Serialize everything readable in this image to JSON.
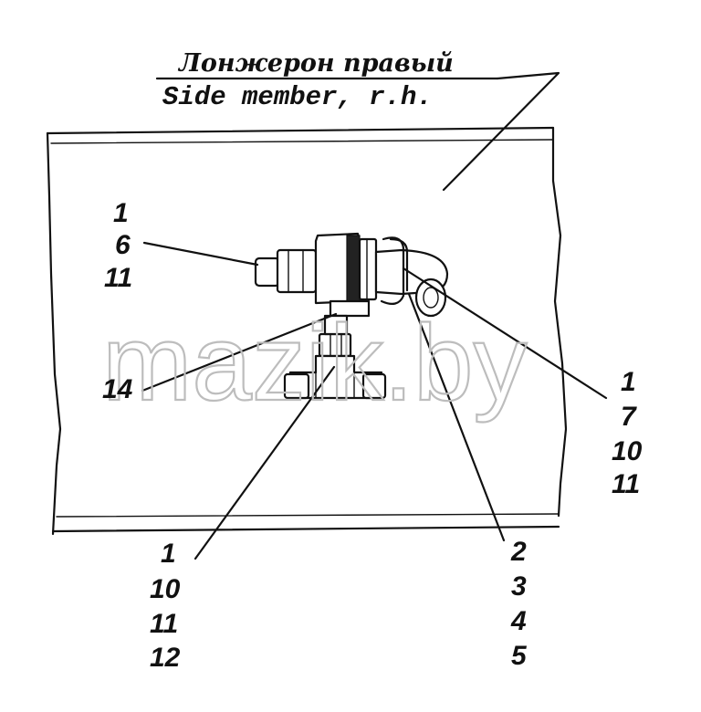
{
  "caption": {
    "ru": "Лонжерон правый",
    "en": "Side member, r.h."
  },
  "watermark": "mazik.by",
  "callouts": [
    {
      "id": "upper-left",
      "numbers": [
        "1",
        "6",
        "11"
      ]
    },
    {
      "id": "left",
      "numbers": [
        "14"
      ]
    },
    {
      "id": "right",
      "numbers": [
        "1",
        "7",
        "10",
        "11"
      ]
    },
    {
      "id": "bottom-left",
      "numbers": [
        "1",
        "10",
        "11",
        "12"
      ]
    },
    {
      "id": "bottom-right",
      "numbers": [
        "2",
        "3",
        "4",
        "5"
      ]
    }
  ],
  "colors": {
    "ink": "#111111",
    "watermark": "#bdbdbd",
    "background": "#ffffff"
  }
}
